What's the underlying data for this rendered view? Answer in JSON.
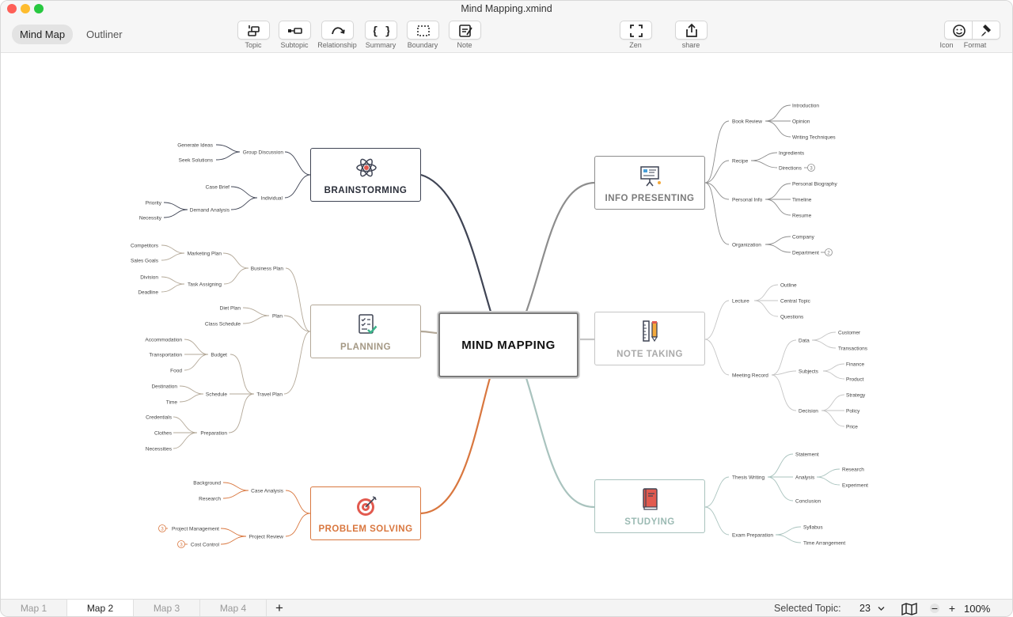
{
  "window": {
    "title": "Mind Mapping.xmind"
  },
  "view_tabs": [
    {
      "label": "Mind Map"
    },
    {
      "label": "Outliner"
    }
  ],
  "toolbar": {
    "insert": [
      {
        "label": "Topic",
        "icon": "topic-icon"
      },
      {
        "label": "Subtopic",
        "icon": "subtopic-icon"
      },
      {
        "label": "Relationship",
        "icon": "relationship-icon"
      },
      {
        "label": "Summary",
        "icon": "summary-icon"
      },
      {
        "label": "Boundary",
        "icon": "boundary-icon"
      },
      {
        "label": "Note",
        "icon": "note-icon"
      }
    ],
    "zen": {
      "label": "Zen",
      "icon": "zen-icon"
    },
    "share": {
      "label": "share",
      "icon": "share-icon"
    },
    "icon": {
      "label": "Icon",
      "icon": "smiley-icon"
    },
    "format": {
      "label": "Format",
      "icon": "format-brush-icon"
    }
  },
  "mindmap": {
    "central": "MIND MAPPING",
    "colors": {
      "brainstorming": "#3f4454",
      "planning": "#b3a898",
      "problem_solving": "#d9773f",
      "info_presenting": "#8d8d8d",
      "note_taking": "#c5c5c5",
      "studying": "#a9c3be"
    },
    "branches": {
      "brainstorming": {
        "title": "BRAINSTORMING",
        "icon": "atom-icon",
        "topics": {
          "group_discussion": {
            "label": "Group Discussion",
            "children": [
              "Generate Ideas",
              "Seek Solutions"
            ]
          },
          "individual": {
            "label": "Individual",
            "children": [
              "Case Brief",
              "Demand Analysis"
            ]
          },
          "demand_analysis": {
            "label": "Demand Analysis",
            "children": [
              "Priority",
              "Necessity"
            ]
          }
        }
      },
      "planning": {
        "title": "PLANNING",
        "icon": "checklist-icon",
        "topics": {
          "business_plan": {
            "label": "Business Plan"
          },
          "marketing_plan": {
            "label": "Marketing Plan",
            "children": [
              "Competitors",
              "Sales Goals"
            ]
          },
          "task_assigning": {
            "label": "Task Assigning",
            "children": [
              "Division",
              "Deadline"
            ]
          },
          "plan": {
            "label": "Plan",
            "children": [
              "Diet Plan",
              "Class Schedule"
            ]
          },
          "travel_plan": {
            "label": "Travel Plan"
          },
          "budget": {
            "label": "Budget",
            "children": [
              "Accommodation",
              "Transportation",
              "Food"
            ]
          },
          "schedule": {
            "label": "Schedule",
            "children": [
              "Destination",
              "Time"
            ]
          },
          "preparation": {
            "label": "Preparation",
            "children": [
              "Credentials",
              "Clothes",
              "Necessities"
            ]
          }
        }
      },
      "problem_solving": {
        "title": "PROBLEM SOLVING",
        "icon": "target-icon",
        "topics": {
          "case_analysis": {
            "label": "Case Analysis",
            "children": [
              "Background",
              "Research"
            ]
          },
          "project_review": {
            "label": "Project Review",
            "children": [
              "Project Management",
              "Cost Control"
            ]
          },
          "collapsed_counts": [
            "3",
            "3"
          ]
        }
      },
      "info_presenting": {
        "title": "INFO PRESENTING",
        "icon": "presentation-board-icon",
        "topics": {
          "book_review": {
            "label": "Book Review",
            "children": [
              "Introduction",
              "Opinion",
              "Writing Techniques"
            ]
          },
          "recipe": {
            "label": "Recipe",
            "children": [
              "Ingredients",
              "Directions"
            ]
          },
          "personal_info": {
            "label": "Personal Info",
            "children": [
              "Personal Biography",
              "Timeline",
              "Resume"
            ]
          },
          "organization": {
            "label": "Organization",
            "children": [
              "Company",
              "Department"
            ]
          },
          "collapsed_counts": [
            "3",
            "2"
          ]
        }
      },
      "note_taking": {
        "title": "NOTE TAKING",
        "icon": "ruler-pencil-icon",
        "topics": {
          "lecture": {
            "label": "Lecture",
            "children": [
              "Outline",
              "Central Topic",
              "Questions"
            ]
          },
          "meeting_record": {
            "label": "Meeting Record"
          },
          "data": {
            "label": "Data",
            "children": [
              "Customer",
              "Transactions"
            ]
          },
          "subjects": {
            "label": "Subjects",
            "children": [
              "Finance",
              "Product"
            ]
          },
          "decision": {
            "label": "Decision",
            "children": [
              "Strategy",
              "Policy",
              "Price"
            ]
          }
        }
      },
      "studying": {
        "title": "STUDYING",
        "icon": "book-icon",
        "topics": {
          "thesis_writing": {
            "label": "Thesis Writing",
            "children": [
              "Statement",
              "Analysis",
              "Conclusion"
            ]
          },
          "analysis": {
            "label": "Analysis",
            "children": [
              "Research",
              "Experiment"
            ]
          },
          "exam_preparation": {
            "label": "Exam Preparation",
            "children": [
              "Syllabus",
              "Time Arrangement"
            ]
          }
        }
      }
    }
  },
  "footer": {
    "sheets": [
      {
        "label": "Map 1"
      },
      {
        "label": "Map 2"
      },
      {
        "label": "Map 3"
      },
      {
        "label": "Map 4"
      }
    ],
    "add_sheet": "+",
    "selected_topic_label": "Selected Topic:",
    "selected_topic_value": "23",
    "zoom_minus": "−",
    "zoom_plus": "+",
    "zoom_level": "100%"
  }
}
